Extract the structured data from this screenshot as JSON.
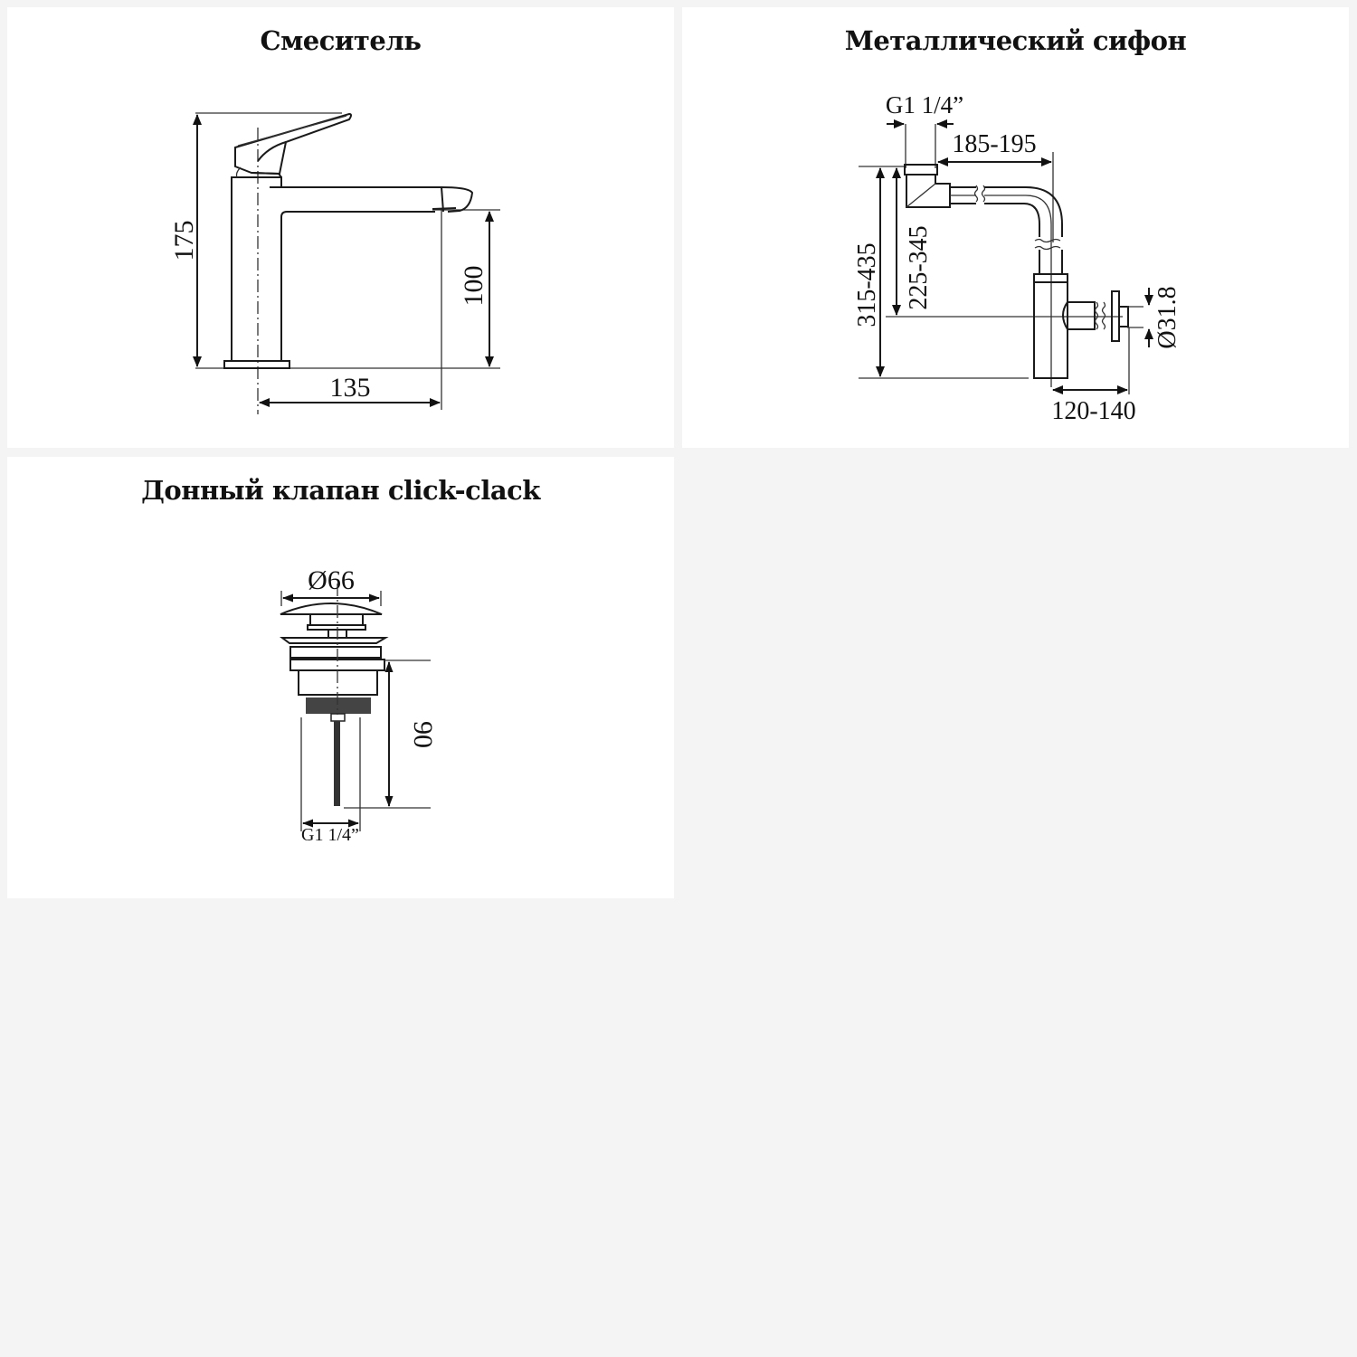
{
  "panels": [
    {
      "title": "Смеситель",
      "dimensions": {
        "height_total": "175",
        "spout_height": "100",
        "spout_reach": "135"
      }
    },
    {
      "title": "Металлический сифон",
      "dimensions": {
        "thread": "G1 1/4”",
        "width": "185-195",
        "height_total": "315-435",
        "height_outlet": "225-345",
        "outlet_diameter": "Ø31.8",
        "depth": "120-140"
      }
    },
    {
      "title": "Донный клапан click-clack",
      "dimensions": {
        "diameter": "Ø66",
        "length": "90",
        "thread": "G1 1/4”"
      }
    }
  ],
  "colors": {
    "background": "#f4f4f4",
    "panel": "#ffffff",
    "ink": "#1a1a1a"
  }
}
